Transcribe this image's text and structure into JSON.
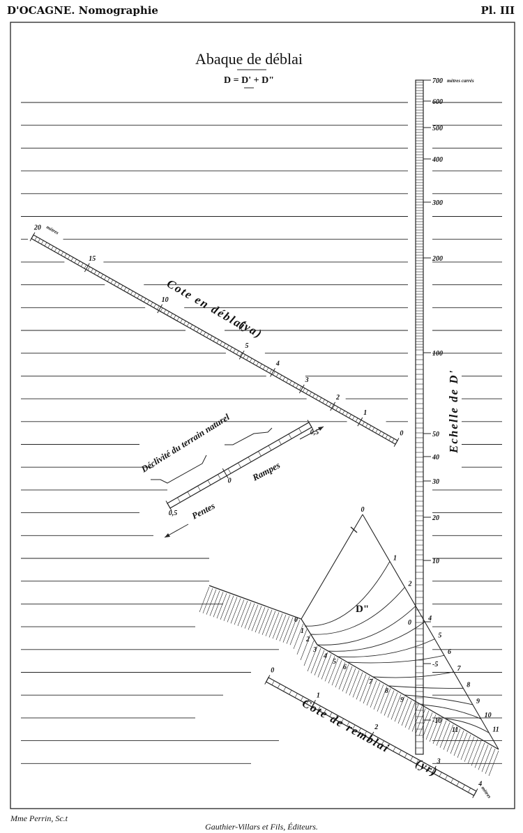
{
  "header": {
    "left": "D'OCAGNE. Nomographie",
    "right": "Pl. III"
  },
  "title": "Abaque de déblai",
  "formula": "D = D' + D\"",
  "d_prime_scale": {
    "name": "Echelle de D'",
    "unit": "mètres carrés",
    "labels": [
      "700",
      "600",
      "500",
      "400",
      "300",
      "200",
      "100",
      "50",
      "40",
      "30",
      "20",
      "10",
      "0",
      "-5",
      "-10"
    ]
  },
  "deblai_scale": {
    "name": "Cote en déblai",
    "symbol": "(ya)",
    "unit": "mètres",
    "labels": [
      "20",
      "15",
      "10",
      "5",
      "4",
      "3",
      "2",
      "1",
      "0"
    ]
  },
  "slope_scale": {
    "name": "Déclivité du terrain naturel",
    "labels": [
      "0,5",
      "0",
      "0,5"
    ],
    "left_word": "Pentes",
    "right_word": "Rampes"
  },
  "remblai_scale": {
    "name": "Cote de remblai",
    "symbol": "(yr)",
    "labels": [
      "0",
      "1",
      "2",
      "3",
      "4"
    ],
    "unit": "mètres"
  },
  "d_second": {
    "name": "D\"",
    "apex_label": "0",
    "right_labels": [
      "1",
      "2",
      "4",
      "5",
      "6",
      "7",
      "8",
      "9",
      "10",
      "11"
    ],
    "left_labels": [
      "0",
      "1",
      "2",
      "3",
      "4",
      "5",
      "6",
      "7",
      "8",
      "9",
      "11"
    ]
  },
  "footer": {
    "engraver": "Mme Perrin, Sc.t",
    "publisher": "Gauthier-Villars et Fils, Éditeurs."
  }
}
